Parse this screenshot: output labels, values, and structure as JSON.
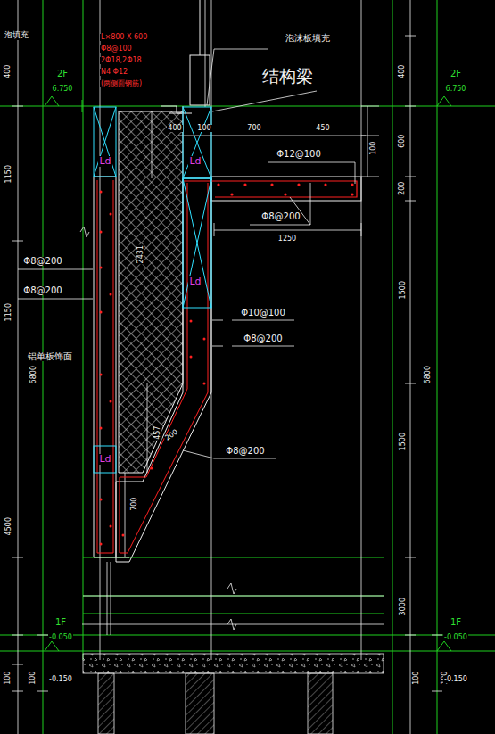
{
  "diagram": {
    "labels": [
      "L×800 X 600",
      "Φ8@100",
      "2Φ18,2Φ18",
      "N4 Φ12",
      "(两侧面钢筋)",
      "泡填充",
      "泡沫板填充",
      "结构梁",
      "400",
      "100",
      "700",
      "450",
      "Φ12@100",
      "Φ8@200",
      "1250",
      "Ld",
      "Ld",
      "Ld",
      "Ld",
      "2F",
      "6.750",
      "2F",
      "6.750",
      "400",
      "1150",
      "1150",
      "6800",
      "4500",
      "100",
      "100",
      "400",
      "600",
      "200",
      "1500",
      "6800",
      "1500",
      "3000",
      "100",
      "100",
      "100",
      "Φ8@200",
      "Φ8@200",
      "铝单板饰面",
      "Φ10@100",
      "Φ8@200",
      "Φ8@200",
      "200",
      "457",
      "2431",
      "700",
      "1F",
      "-0.050",
      "1F",
      "-0.050",
      "-0.150",
      "-0.150"
    ]
  }
}
